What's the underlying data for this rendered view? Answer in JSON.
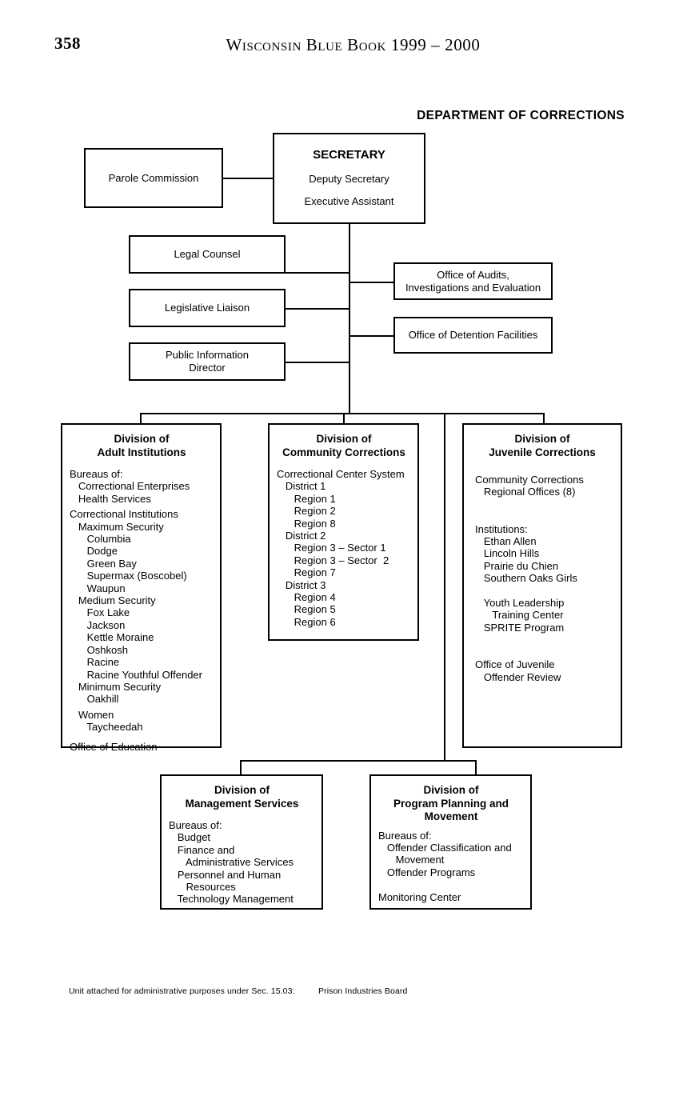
{
  "page": {
    "number": "358",
    "book_header": "Wisconsin Blue Book 1999 – 2000",
    "chart_title": "DEPARTMENT OF CORRECTIONS"
  },
  "secretary": {
    "title": "SECRETARY",
    "line2": "Deputy Secretary",
    "line3": "Executive Assistant"
  },
  "parole": {
    "label": "Parole Commission"
  },
  "staff_left": [
    {
      "label": "Legal Counsel"
    },
    {
      "label": "Legislative Liaison"
    },
    {
      "label_1": "Public Information",
      "label_2": "Director"
    }
  ],
  "staff_right": [
    {
      "label_1": "Office of Audits,",
      "label_2": "Investigations and Evaluation"
    },
    {
      "label_1": "Office of Detention Facilities"
    }
  ],
  "divisions": {
    "adult": {
      "title_1": "Division of",
      "title_2": "Adult Institutions",
      "items": [
        "Bureaus of:",
        "   Correctional Enterprises",
        "   Health Services",
        "Correctional Institutions",
        "   Maximum Security",
        "      Columbia",
        "      Dodge",
        "      Green Bay",
        "      Supermax (Boscobel)",
        "      Waupun",
        "   Medium Security",
        "      Fox Lake",
        "      Jackson",
        "      Kettle Moraine",
        "      Oshkosh",
        "      Racine",
        "      Racine Youthful Offender",
        "   Minimum Security",
        "      Oakhill",
        "   Women",
        "      Taycheedah",
        "Office of Education"
      ]
    },
    "community": {
      "title_1": "Division of",
      "title_2": "Community Corrections",
      "items": [
        "Correctional Center System",
        "   District 1",
        "      Region 1",
        "      Region 2",
        "      Region 8",
        "   District 2",
        "      Region 3 – Sector 1",
        "      Region 3 – Sector  2",
        "      Region 7",
        "   District 3",
        "      Region 4",
        "      Region 5",
        "      Region 6"
      ]
    },
    "juvenile": {
      "title_1": "Division of",
      "title_2": "Juvenile Corrections",
      "items": [
        "Community Corrections",
        "   Regional Offices (8)",
        "",
        "",
        "Institutions:",
        "   Ethan Allen",
        "   Lincoln Hills",
        "   Prairie du Chien",
        "   Southern Oaks Girls",
        "",
        "   Youth Leadership",
        "      Training Center",
        "   SPRITE Program",
        "",
        "",
        "Office of Juvenile",
        "   Offender Review"
      ]
    },
    "management": {
      "title_1": "Division of",
      "title_2": "Management Services",
      "items": [
        "Bureaus of:",
        "   Budget",
        "   Finance and",
        "      Administrative Services",
        "   Personnel and Human",
        "      Resources",
        "   Technology Management"
      ]
    },
    "program": {
      "title_1": "Division of",
      "title_2": "Program Planning and",
      "title_3": "Movement",
      "items": [
        "Bureaus of:",
        "   Offender Classification and",
        "      Movement",
        "   Offender Programs",
        "",
        "Monitoring Center"
      ]
    }
  },
  "footnote": {
    "text": "Unit attached for administrative purposes under Sec. 15.03:",
    "value": "Prison Industries Board"
  }
}
